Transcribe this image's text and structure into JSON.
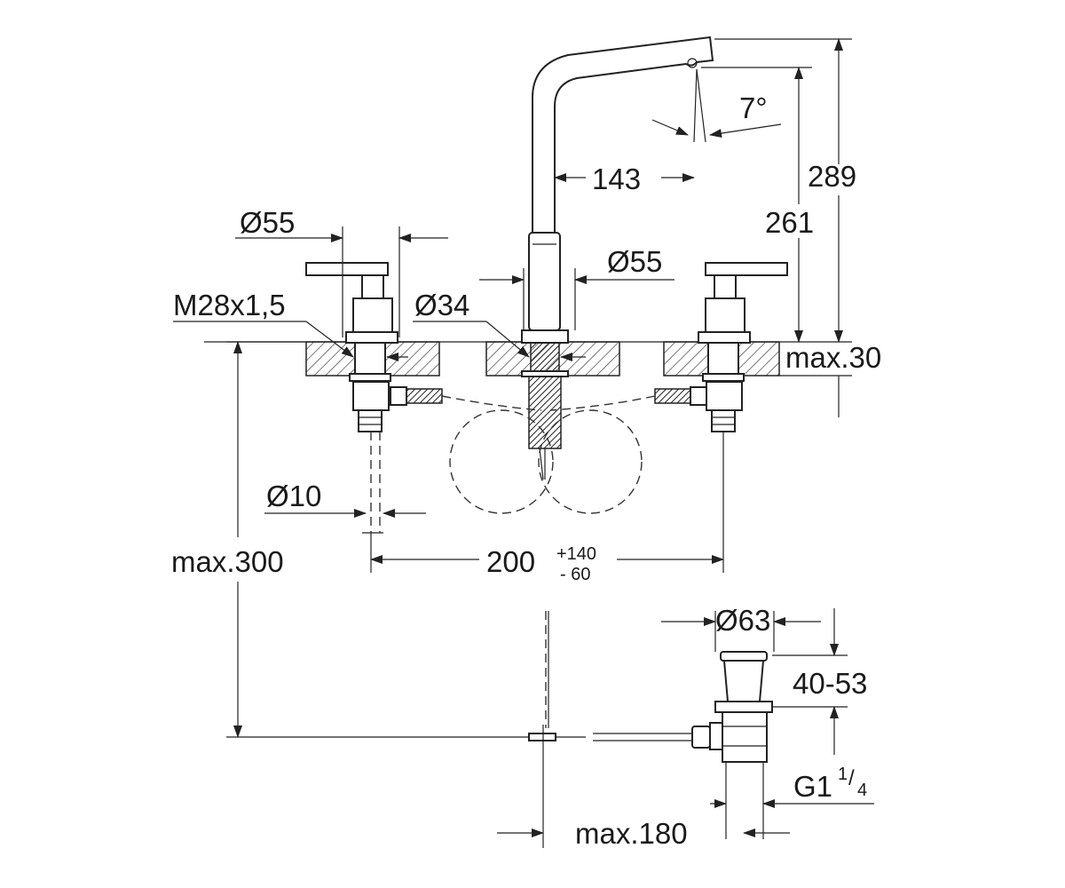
{
  "dimensions": {
    "angle": "7°",
    "spout_reach": "143",
    "total_height": "289",
    "spout_height": "261",
    "handle_diameter": "Ø55",
    "body_diameter": "Ø55",
    "thread": "M28x1,5",
    "hole_diameter": "Ø34",
    "deck_thickness": "max.30",
    "supply_diameter": "Ø10",
    "supply_length": "max.300",
    "spread": "200",
    "spread_plus": "+140",
    "spread_minus": "- 60",
    "drain_diameter": "Ø63",
    "drain_range": "40-53",
    "drain_thread_main": "G1",
    "drain_thread_num": "1",
    "drain_thread_den": "4",
    "drain_length": "max.180"
  }
}
